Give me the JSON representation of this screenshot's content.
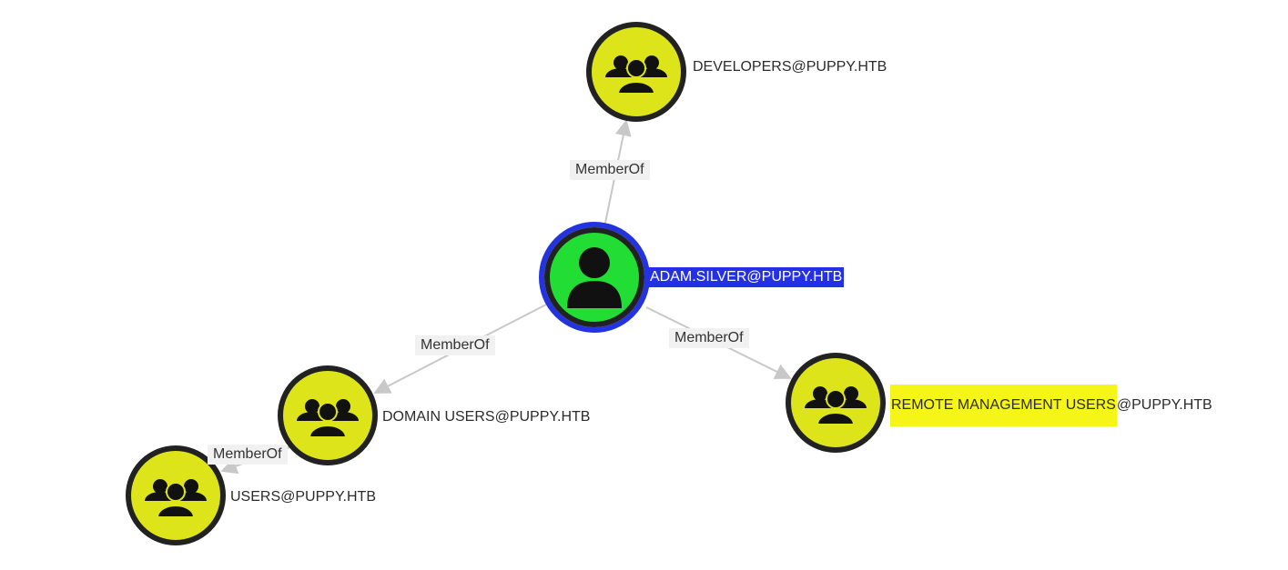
{
  "colors": {
    "user_fill": "#22dd33",
    "group_fill": "#dde51a",
    "node_border": "#222222",
    "selected_ring": "#2433e0",
    "edge": "#c8c8c8",
    "selected_label_bg": "#2430e6",
    "highlight_bg": "#f5f517"
  },
  "nodes": {
    "developers": {
      "label": "DEVELOPERS@PUPPY.HTB",
      "icon": "group-icon"
    },
    "adam": {
      "label": "ADAM.SILVER@PUPPY.HTB",
      "icon": "user-icon"
    },
    "domain_users": {
      "label": "DOMAIN USERS@PUPPY.HTB",
      "icon": "group-icon"
    },
    "remote_mgmt": {
      "label_highlight": "REMOTE MANAGEMENT USERS",
      "label_rest": "@PUPPY.HTB",
      "icon": "group-icon"
    },
    "users": {
      "label": "USERS@PUPPY.HTB",
      "icon": "group-icon"
    }
  },
  "edges": {
    "adam_developers": "MemberOf",
    "adam_domain_users": "MemberOf",
    "adam_remote_mgmt": "MemberOf",
    "domain_users_users": "MemberOf"
  }
}
